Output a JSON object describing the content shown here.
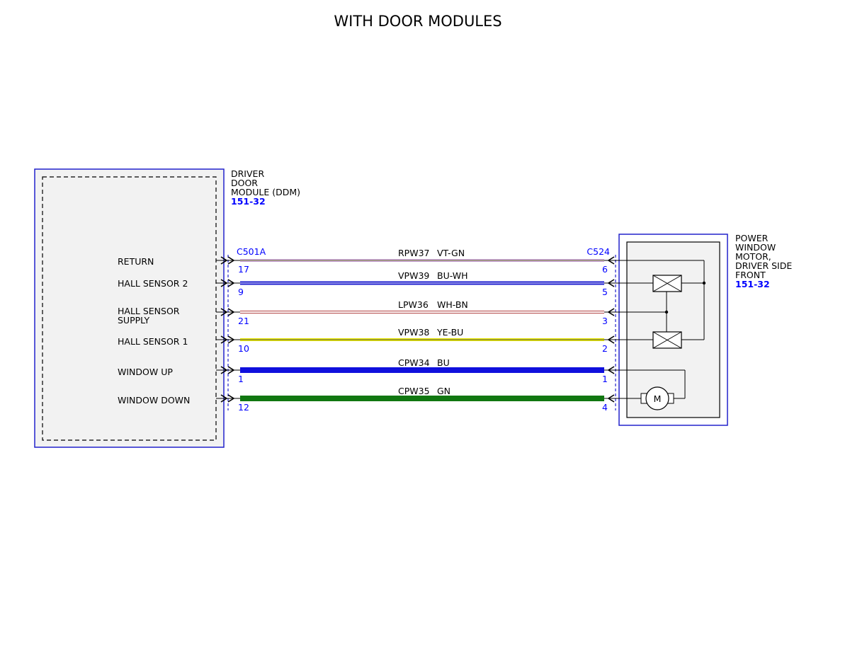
{
  "title": "WITH DOOR MODULES",
  "colors": {
    "outline_blue": "#2222cc",
    "ref_blue": "#0000ee",
    "module_fill": "#f2f2f2"
  },
  "ddm": {
    "name_lines": [
      "DRIVER",
      "DOOR",
      "MODULE (DDM)"
    ],
    "ref": "151-32",
    "pin_labels": [
      [
        "RETURN"
      ],
      [
        "HALL SENSOR 2"
      ],
      [
        "HALL SENSOR",
        "SUPPLY"
      ],
      [
        "HALL SENSOR 1"
      ],
      [
        "WINDOW UP"
      ],
      [
        "WINDOW DOWN"
      ]
    ]
  },
  "motor": {
    "name_lines": [
      "POWER",
      "WINDOW",
      "MOTOR,",
      "DRIVER SIDE",
      "FRONT"
    ],
    "ref": "151-32",
    "motor_symbol": "M",
    "icons": [
      "hall-sensor-icon",
      "hall-sensor-icon",
      "motor-icon"
    ]
  },
  "connectors": {
    "left": "C501A",
    "right": "C524"
  },
  "wires": [
    {
      "circuit": "RPW37",
      "color_code": "VT-GN",
      "left_pin": "17",
      "right_pin": "6",
      "main": "#c8a0d8",
      "stripe": "#7a8a3a",
      "style": "thin"
    },
    {
      "circuit": "VPW39",
      "color_code": "BU-WH",
      "left_pin": "9",
      "right_pin": "5",
      "main": "#1a1acc",
      "stripe": "#ffffff",
      "style": "medium"
    },
    {
      "circuit": "LPW36",
      "color_code": "WH-BN",
      "left_pin": "21",
      "right_pin": "3",
      "main": "#ffffff",
      "stripe": "#b04040",
      "style": "hair"
    },
    {
      "circuit": "VPW38",
      "color_code": "YE-BU",
      "left_pin": "10",
      "right_pin": "2",
      "main": "#e8e800",
      "stripe": "#555555",
      "style": "thin"
    },
    {
      "circuit": "CPW34",
      "color_code": "BU",
      "left_pin": "1",
      "right_pin": "1",
      "main": "#1010dd",
      "stripe": "",
      "style": "thick"
    },
    {
      "circuit": "CPW35",
      "color_code": "GN",
      "left_pin": "12",
      "right_pin": "4",
      "main": "#117711",
      "stripe": "",
      "style": "thick"
    }
  ]
}
